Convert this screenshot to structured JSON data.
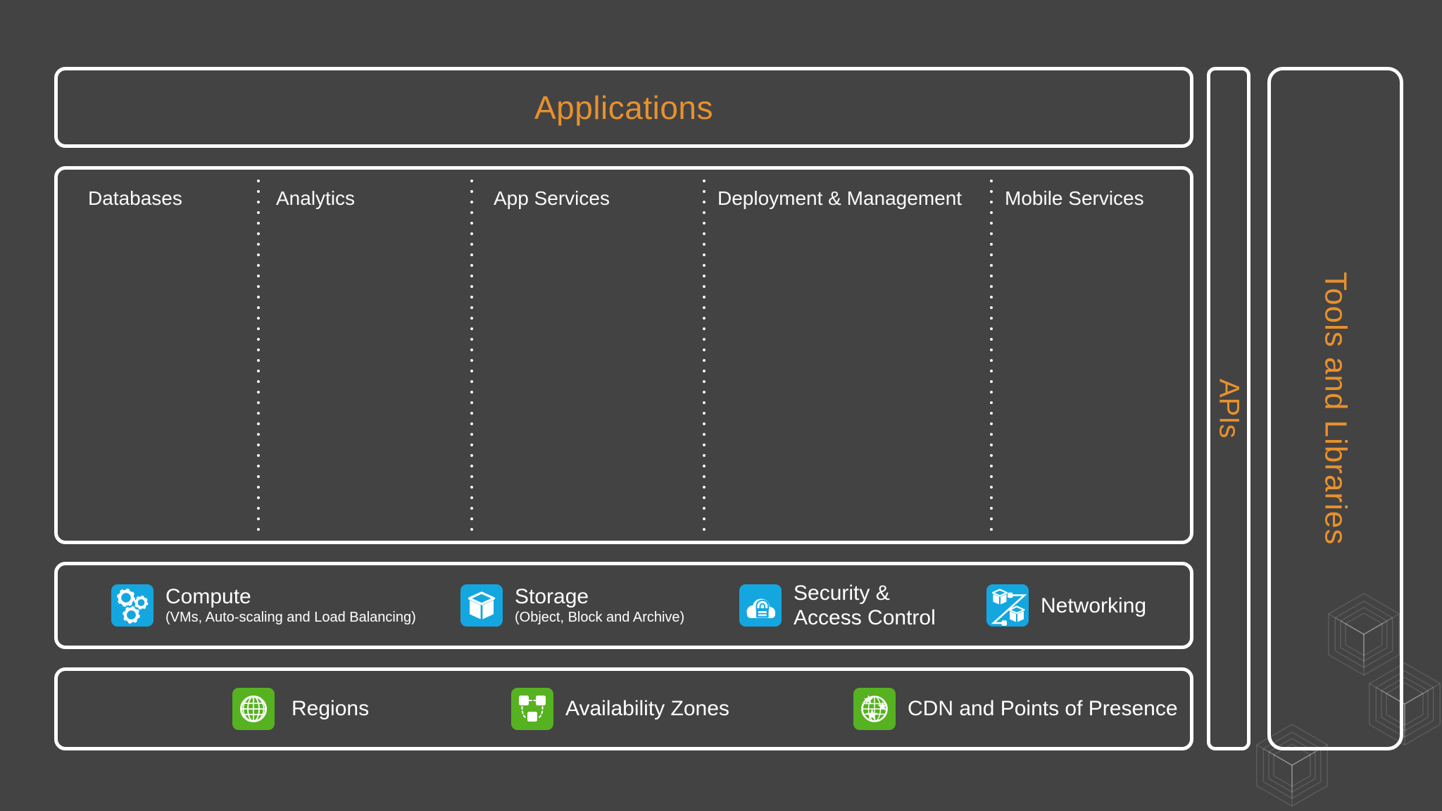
{
  "colors": {
    "background": "#434343",
    "accent_orange": "#e8912d",
    "icon_blue": "#14a7df",
    "icon_green": "#56b220",
    "border_white": "#ffffff"
  },
  "applications_box": {
    "title": "Applications"
  },
  "services_box": {
    "columns": [
      {
        "label": "Databases"
      },
      {
        "label": "Analytics"
      },
      {
        "label": "App Services"
      },
      {
        "label": "Deployment & Management"
      },
      {
        "label": "Mobile Services"
      }
    ]
  },
  "platform_box": {
    "items": [
      {
        "icon": "gears-icon",
        "title": "Compute",
        "title2": "",
        "subtitle": "(VMs, Auto-scaling and Load Balancing)"
      },
      {
        "icon": "storage-box-icon",
        "title": "Storage",
        "title2": "",
        "subtitle": "(Object, Block and Archive)"
      },
      {
        "icon": "cloud-lock-icon",
        "title": "Security &",
        "title2": "Access Control",
        "subtitle": ""
      },
      {
        "icon": "network-cubes-icon",
        "title": "Networking",
        "title2": "",
        "subtitle": ""
      }
    ]
  },
  "infra_box": {
    "items": [
      {
        "icon": "globe-icon",
        "label": "Regions"
      },
      {
        "icon": "zones-icon",
        "label": "Availability Zones"
      },
      {
        "icon": "globe-stars-icon",
        "label": "CDN and Points of Presence"
      }
    ]
  },
  "apis_bar": {
    "label": "APIs"
  },
  "tools_bar": {
    "label": "Tools and Libraries"
  }
}
